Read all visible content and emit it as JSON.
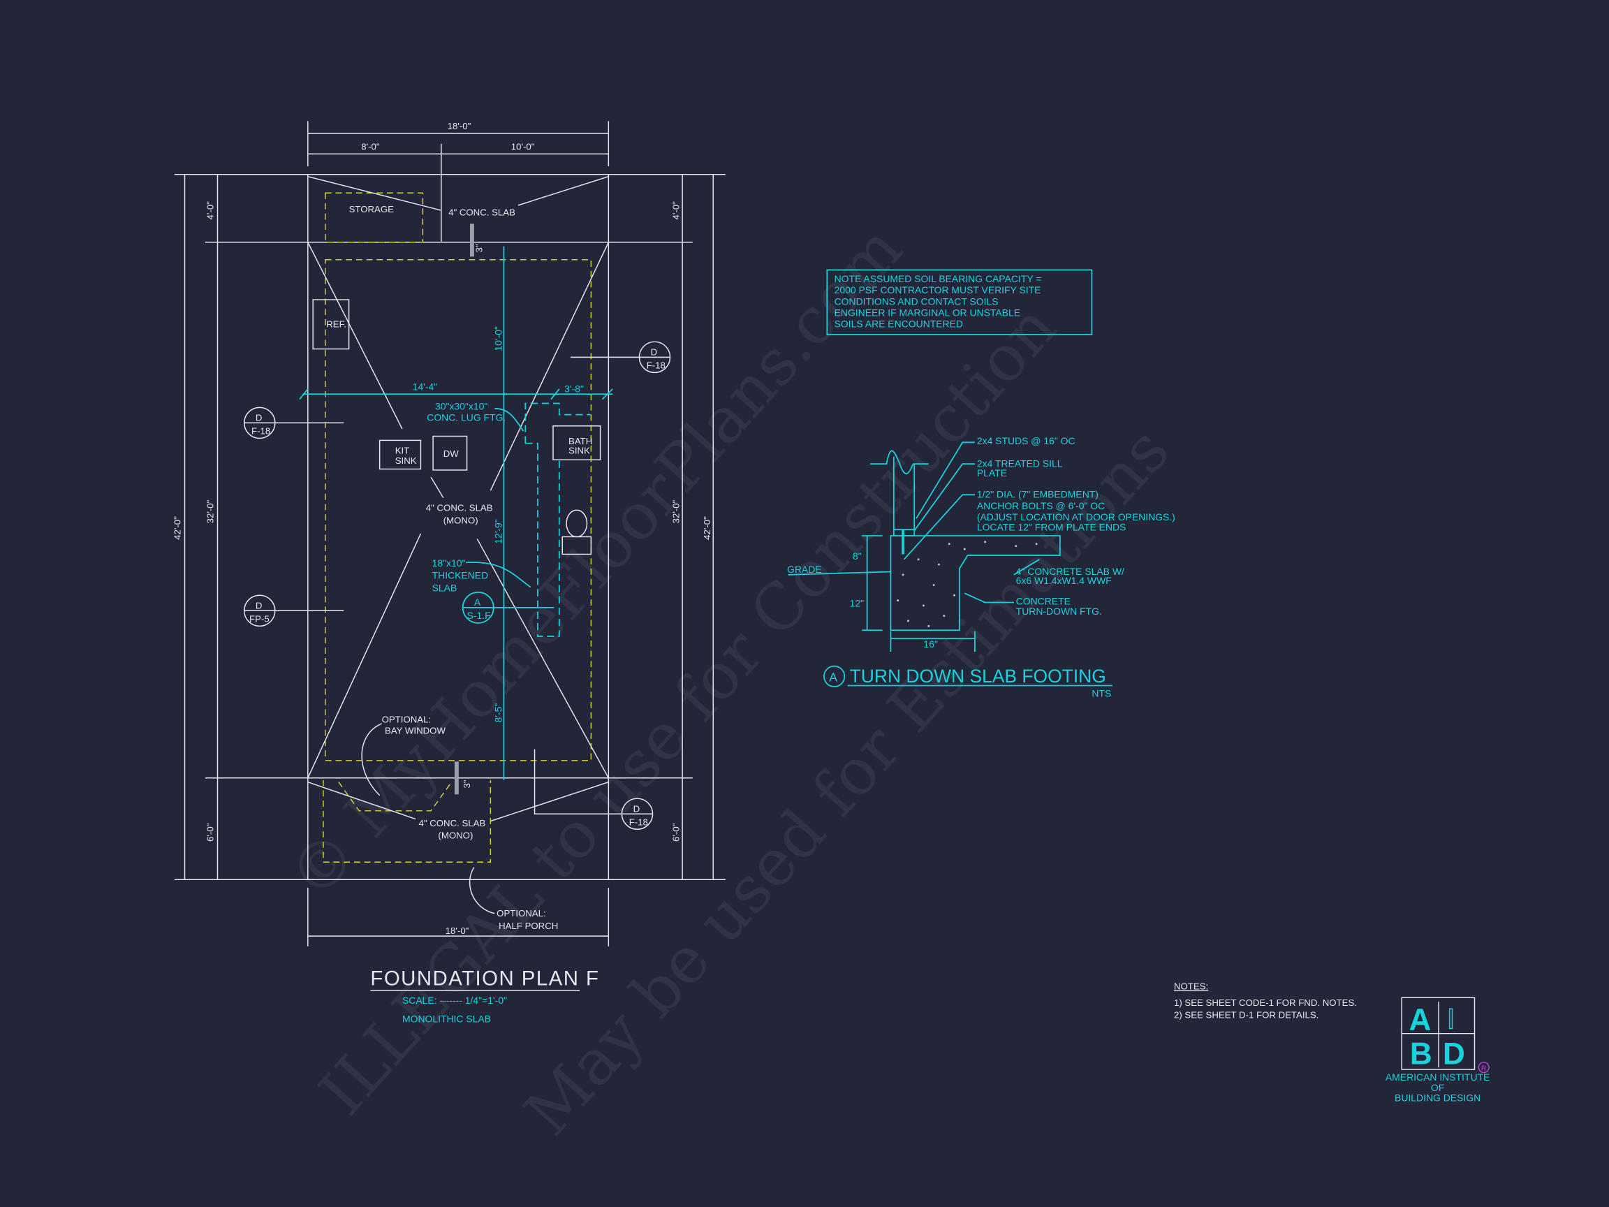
{
  "plan": {
    "title": "FOUNDATION PLAN F",
    "scale": "SCALE: ------- 1/4\"=1'-0\"",
    "subtitle": "MONOLITHIC SLAB",
    "dims": {
      "top_overall": "18'-0\"",
      "top_left": "8'-0\"",
      "top_right": "10'-0\"",
      "bottom_overall": "18'-0\"",
      "left_top": "4'-0\"",
      "left_mid": "32'-0\"",
      "left_bottom": "6'-0\"",
      "left_overall": "42'-0\"",
      "right_top": "4'-0\"",
      "right_mid": "32'-0\"",
      "right_bottom": "6'-0\"",
      "right_overall": "42'-0\"",
      "d_10": "10'-0\"",
      "d_14_4": "14'-4\"",
      "d_3_8": "3'-8\"",
      "d_12_9": "12'-9\"",
      "d_8_5": "8'-5\"",
      "step_top": "3\"",
      "step_bottom": "3\""
    },
    "labels": {
      "storage": "STORAGE",
      "slab_top": "4\" CONC. SLAB",
      "ref": "REF.",
      "kit_sink_1": "KIT",
      "kit_sink_2": "SINK",
      "dw": "DW",
      "bath_sink_1": "BATH",
      "bath_sink_2": "SINK",
      "slab_main_1": "4\" CONC. SLAB",
      "slab_main_2": "(MONO)",
      "lug_1": "30\"x30\"x10\"",
      "lug_2": "CONC. LUG FTG.",
      "thick_1": "18\"x10\"",
      "thick_2": "THICKENED",
      "thick_3": "SLAB",
      "bay_1": "OPTIONAL:",
      "bay_2": "BAY WINDOW",
      "slab_porch_1": "4\" CONC. SLAB",
      "slab_porch_2": "(MONO)",
      "porch_1": "OPTIONAL:",
      "porch_2": "HALF PORCH"
    },
    "callouts": [
      {
        "top": "D",
        "bottom": "F-18"
      },
      {
        "top": "D",
        "bottom": "F-18"
      },
      {
        "top": "D",
        "bottom": "FP-5"
      },
      {
        "top": "D",
        "bottom": "F-18"
      },
      {
        "top": "A",
        "bottom": "S-1.F"
      }
    ]
  },
  "note_box": [
    "NOTE ASSUMED SOIL BEARING CAPACITY =",
    "2000 PSF CONTRACTOR MUST VERIFY SITE",
    "CONDITIONS AND CONTACT SOILS",
    "ENGINEER IF MARGINAL OR UNSTABLE",
    "SOILS ARE ENCOUNTERED"
  ],
  "detail": {
    "marker": "A",
    "title": "TURN DOWN SLAB FOOTING",
    "scale": "NTS",
    "studs": "2x4 STUDS @ 16\" OC",
    "sill_1": "2x4 TREATED SILL",
    "sill_2": "PLATE",
    "bolt_1": "1/2\" DIA. (7\" EMBEDMENT)",
    "bolt_2": "ANCHOR BOLTS @ 6'-0\" OC",
    "bolt_3": "(ADJUST LOCATION AT DOOR OPENINGS.)",
    "bolt_4": "LOCATE 12\" FROM PLATE ENDS",
    "slab_1": "4\" CONCRETE SLAB W/",
    "slab_2": "6x6 W1.4xW1.4 WWF",
    "ftg_1": "CONCRETE",
    "ftg_2": "TURN-DOWN FTG.",
    "grade": "GRADE",
    "d8": "8\"",
    "d12": "12\"",
    "d16": "16\""
  },
  "notes": {
    "heading": "NOTES:",
    "items": [
      "1)  SEE SHEET CODE-1 FOR FND. NOTES.",
      "2)  SEE SHEET D-1 FOR DETAILS."
    ]
  },
  "logo": {
    "letters": [
      "A",
      "I",
      "B",
      "D"
    ],
    "line1": "AMERICAN INSTITUTE",
    "line2": "OF",
    "line3": "BUILDING DESIGN",
    "mark": "R"
  },
  "watermark": {
    "line1": "© MyHomeFloorPlans.com",
    "line2": "ILLEGAL to use for Construction",
    "line3": "May be used for Estimations"
  },
  "colors": {
    "background": "#222638",
    "cyan": "#19d3dc",
    "white": "#e6e8ee",
    "yellow": "#d8d23a"
  }
}
